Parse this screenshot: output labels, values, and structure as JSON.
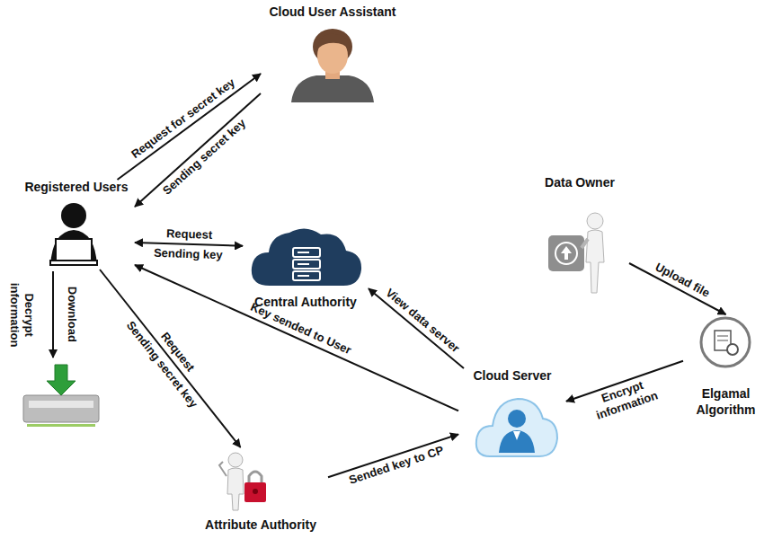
{
  "diagram": {
    "nodes": [
      {
        "text": [
          "Cloud User Assistant"
        ]
      },
      {
        "text": [
          "Registered Users"
        ]
      },
      {
        "text": [
          "Central Authority"
        ]
      },
      {
        "text": [
          "Data Owner"
        ]
      },
      {
        "text": [
          "Elgamal Algorithm"
        ]
      },
      {
        "text": [
          "Cloud Server"
        ]
      },
      {
        "text": [
          "Attribute Authority"
        ]
      }
    ],
    "edges": [
      {
        "from": 1,
        "to": 0,
        "label": "Request for secret key",
        "arrow": "to"
      },
      {
        "from": 0,
        "to": 1,
        "label": "Sending secret key",
        "arrow": "to"
      },
      {
        "from": 1,
        "to": 2,
        "label": "Request",
        "arrow": "both"
      },
      {
        "from": 5,
        "to": 2,
        "label": "View data server",
        "arrow": "to"
      },
      {
        "from": 5,
        "to": 1,
        "label": "Key sended to User",
        "arrow": "to"
      },
      {
        "from": 1,
        "to": 6,
        "label": "Request",
        "arrow": "to"
      },
      {
        "from": 6,
        "to": 5,
        "label": "Sended key to CP",
        "arrow": "to"
      },
      {
        "from": 3,
        "to": 4,
        "label": "Upload file",
        "arrow": "to"
      },
      {
        "from": 4,
        "to": 5,
        "label": "Encrypt information",
        "arrow": "to"
      }
    ],
    "labels": [
      "Sending key",
      "Sending secret key",
      "Decrypt information",
      "Download"
    ]
  }
}
